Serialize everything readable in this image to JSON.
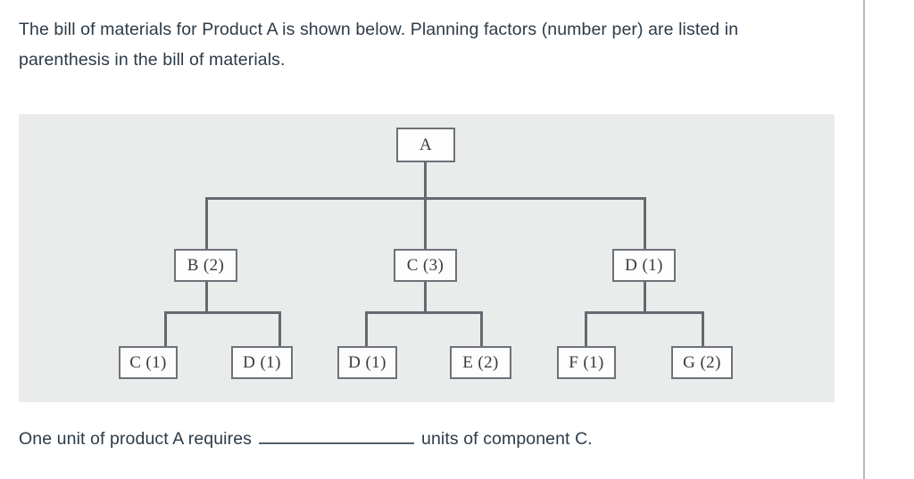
{
  "prompt": {
    "text": "The bill of materials for Product A is shown below. Planning factors (number per) are listed in parenthesis in the bill of materials."
  },
  "diagram": {
    "type": "bill-of-materials-tree",
    "background_color": "#eaecec",
    "node_fill": "#fdfdfd",
    "node_border_color": "#6d7278",
    "connector_color": "#65696f",
    "levels": [
      {
        "level": 0,
        "nodes": [
          {
            "id": "A",
            "label": "A",
            "component": "A",
            "quantity_per": null
          }
        ]
      },
      {
        "level": 1,
        "nodes": [
          {
            "id": "B2",
            "label": "B (2)",
            "component": "B",
            "quantity_per": 2,
            "parent": "A"
          },
          {
            "id": "C3",
            "label": "C (3)",
            "component": "C",
            "quantity_per": 3,
            "parent": "A"
          },
          {
            "id": "D1",
            "label": "D (1)",
            "component": "D",
            "quantity_per": 1,
            "parent": "A"
          }
        ]
      },
      {
        "level": 2,
        "nodes": [
          {
            "id": "B2-C1",
            "label": "C (1)",
            "component": "C",
            "quantity_per": 1,
            "parent": "B2"
          },
          {
            "id": "B2-D1",
            "label": "D (1)",
            "component": "D",
            "quantity_per": 1,
            "parent": "B2"
          },
          {
            "id": "C3-D1",
            "label": "D (1)",
            "component": "D",
            "quantity_per": 1,
            "parent": "C3"
          },
          {
            "id": "C3-E2",
            "label": "E (2)",
            "component": "E",
            "quantity_per": 2,
            "parent": "C3"
          },
          {
            "id": "D1-F1",
            "label": "F (1)",
            "component": "F",
            "quantity_per": 1,
            "parent": "D1"
          },
          {
            "id": "D1-G2",
            "label": "G (2)",
            "component": "G",
            "quantity_per": 2,
            "parent": "D1"
          }
        ]
      }
    ]
  },
  "answer": {
    "prefix": "One unit of product A requires",
    "blank_value": "",
    "suffix": "units of component C."
  }
}
